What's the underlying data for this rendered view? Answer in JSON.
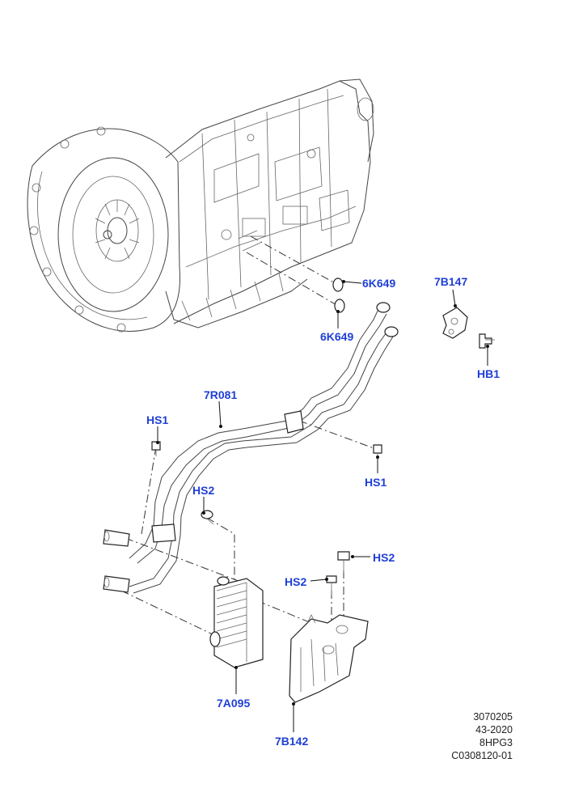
{
  "callouts": {
    "c1": "6K649",
    "c2": "6K649",
    "c3": "7B147",
    "c4": "HB1",
    "c5": "7R081",
    "c6": "HS1",
    "c7": "HS1",
    "c8": "HS2",
    "c9": "HS2",
    "c10": "HS2",
    "c11": "7A095",
    "c12": "7B142"
  },
  "reference": {
    "line1": "3070205",
    "line2": "43-2020",
    "line3": "8HPG3",
    "line4": "C0308120-01"
  },
  "colors": {
    "callout": "#1f3fd6",
    "line_art": "#444444"
  }
}
